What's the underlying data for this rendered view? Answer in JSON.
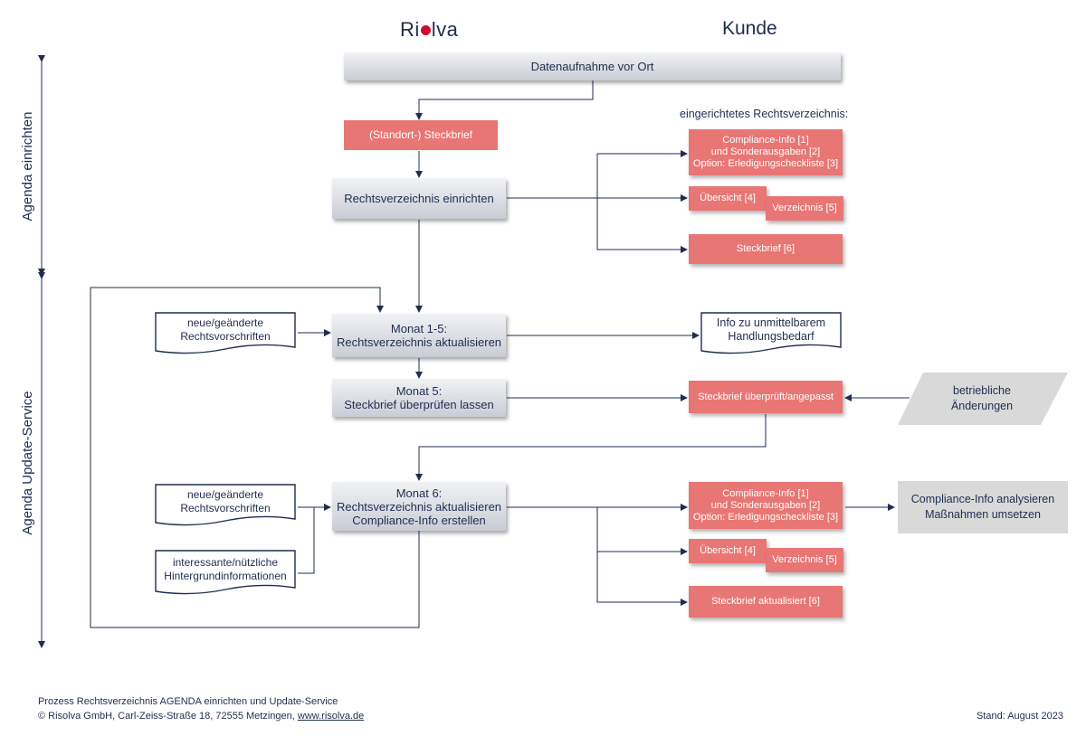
{
  "header": {
    "logo_left": "Ri",
    "logo_right": "lva",
    "kunde": "Kunde"
  },
  "side_labels": {
    "einrichten": "Agenda einrichten",
    "update": "Agenda Update-Service"
  },
  "top": {
    "datenaufnahme": "Datenaufnahme vor Ort",
    "steckbrief": "(Standort-) Steckbrief",
    "einrichten": "Rechtsverzeichnis einrichten",
    "eingerichtet_label": "eingerichtetes Rechtsverzeichnis:",
    "compliance": "Compliance-Info [1]\nund Sonderausgaben [2]\nOption: Erledigungscheckliste [3]",
    "uebersicht": "Übersicht [4]",
    "verzeichnis": "Verzeichnis [5]",
    "steckbrief6": "Steckbrief [6]"
  },
  "monthly": {
    "neue_docs": "neue/geänderte\nRechtsvorschriften",
    "monat15": "Monat 1-5:\nRechtsverzeichnis aktualisieren",
    "info_handlung": "Info zu unmittelbarem\nHandlungsbedarf",
    "monat5": "Monat 5:\nSteckbrief überprüfen lassen",
    "steckbrief_ueberprueft": "Steckbrief überprüft/angepasst",
    "betriebliche": "betriebliche\nÄnderungen"
  },
  "month6": {
    "neue_docs": "neue/geänderte\nRechtsvorschriften",
    "hintergrund": "interessante/nützliche\nHintergrundinformationen",
    "monat6": "Monat 6:\nRechtsverzeichnis aktualisieren\nCompliance-Info erstellen",
    "compliance": "Compliance-Info [1]\nund Sonderausgaben [2]\nOption: Erledigungscheckliste [3]",
    "analysieren": "Compliance-Info analysieren\nMaßnahmen umsetzen",
    "uebersicht": "Übersicht [4]",
    "verzeichnis": "Verzeichnis [5]",
    "steckbrief_aktualisiert": "Steckbrief aktualisiert [6]"
  },
  "footer": {
    "line1": "Prozess Rechtsverzeichnis AGENDA einrichten und Update-Service",
    "line2": "© Risolva GmbH, Carl-Zeiss-Straße 18, 72555 Metzingen, ",
    "link": "www.risolva.de",
    "stand": "Stand: August 2023"
  },
  "colors": {
    "navy": "#1f2d4f",
    "red_box": "#e87674",
    "logo_dot": "#c8102e",
    "light_gray": "#d9d9d9"
  }
}
